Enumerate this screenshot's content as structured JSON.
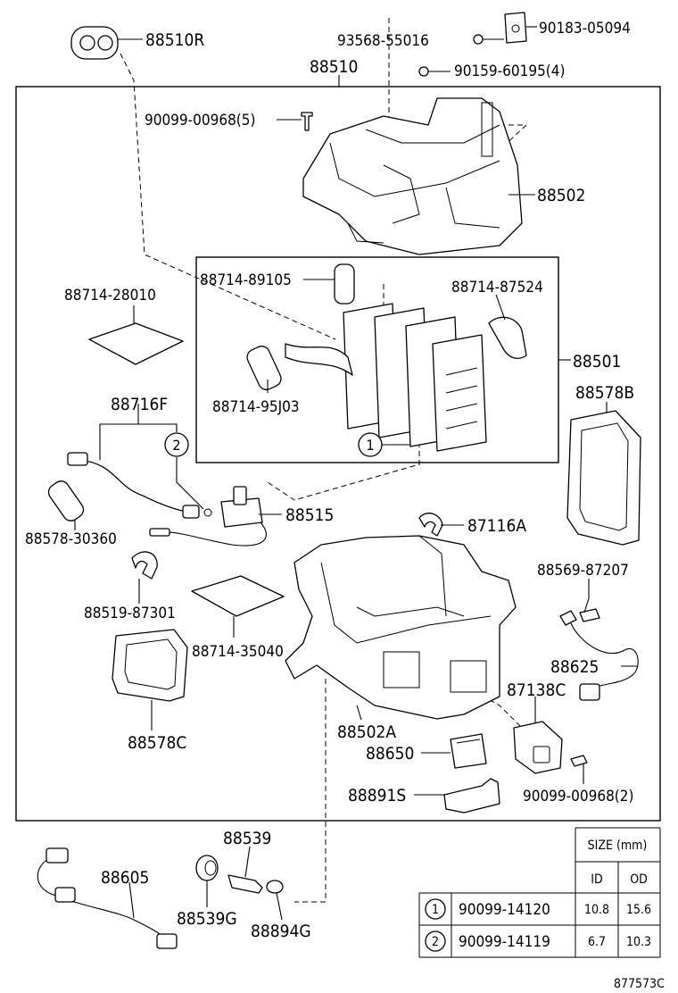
{
  "labels": {
    "p88510R": "88510R",
    "p93568": "93568-55016",
    "p90183": "90183-05094",
    "p88510": "88510",
    "p90159": "90159-60195(4)",
    "p90099a": "90099-00968(5)",
    "p88502": "88502",
    "p88714_28010": "88714-28010",
    "p88714_89105": "88714-89105",
    "p88714_87524": "88714-87524",
    "p88501": "88501",
    "p88714_95J03": "88714-95J03",
    "p88716F": "88716F",
    "p88578B": "88578B",
    "circle1": "1",
    "circle2": "2",
    "p88515": "88515",
    "p88578_30360": "88578-30360",
    "p87116A": "87116A",
    "p88569": "88569-87207",
    "p88519": "88519-87301",
    "p88714_35040": "88714-35040",
    "p88625": "88625",
    "p87138C": "87138C",
    "p88578C": "88578C",
    "p88502A": "88502A",
    "p88650": "88650",
    "p90099b": "90099-00968(2)",
    "p88891S": "88891S",
    "p88539": "88539",
    "p88605": "88605",
    "p88539G": "88539G",
    "p88894G": "88894G",
    "code": "877573C"
  },
  "size_table": {
    "title": "SIZE (mm)",
    "headers": [
      "ID",
      "OD"
    ],
    "rows": [
      {
        "key": "1",
        "part": "90099-14120",
        "id": "10.8",
        "od": "15.6"
      },
      {
        "key": "2",
        "part": "90099-14119",
        "id": "6.7",
        "od": "10.3"
      }
    ]
  }
}
